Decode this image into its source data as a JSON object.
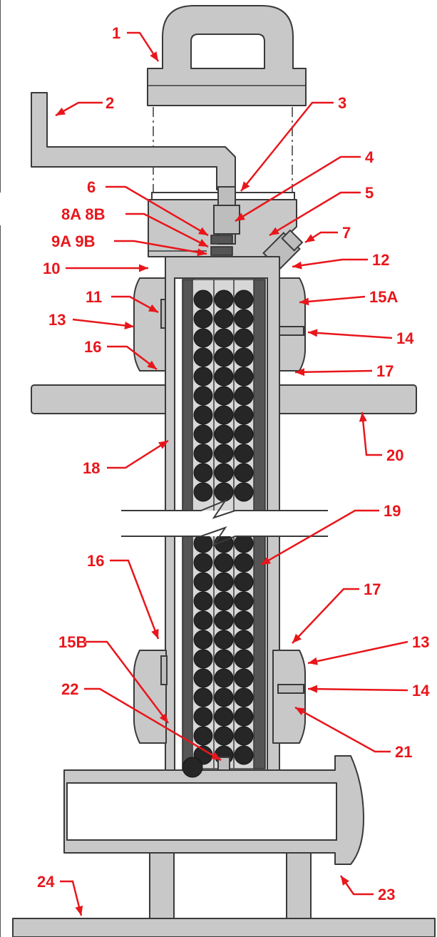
{
  "labels": {
    "l1": "1",
    "l2": "2",
    "l3": "3",
    "l4": "4",
    "l5": "5",
    "l6": "6",
    "l7": "7",
    "l8": "8A 8B",
    "l9": "9A 9B",
    "l10": "10",
    "l11": "11",
    "l12": "12",
    "l13a": "13",
    "l13b": "13",
    "l14a": "14",
    "l14b": "14",
    "l15a": "15A",
    "l15b": "15B",
    "l16a": "16",
    "l16b": "16",
    "l17a": "17",
    "l17b": "17",
    "l18": "18",
    "l19": "19",
    "l20": "20",
    "l21": "21",
    "l22": "22",
    "l23": "23",
    "l24": "24"
  },
  "colors": {
    "callout": "#e8161b",
    "body": "#c8c8c8",
    "outline": "#3a3a3a",
    "ball": "#262626"
  }
}
